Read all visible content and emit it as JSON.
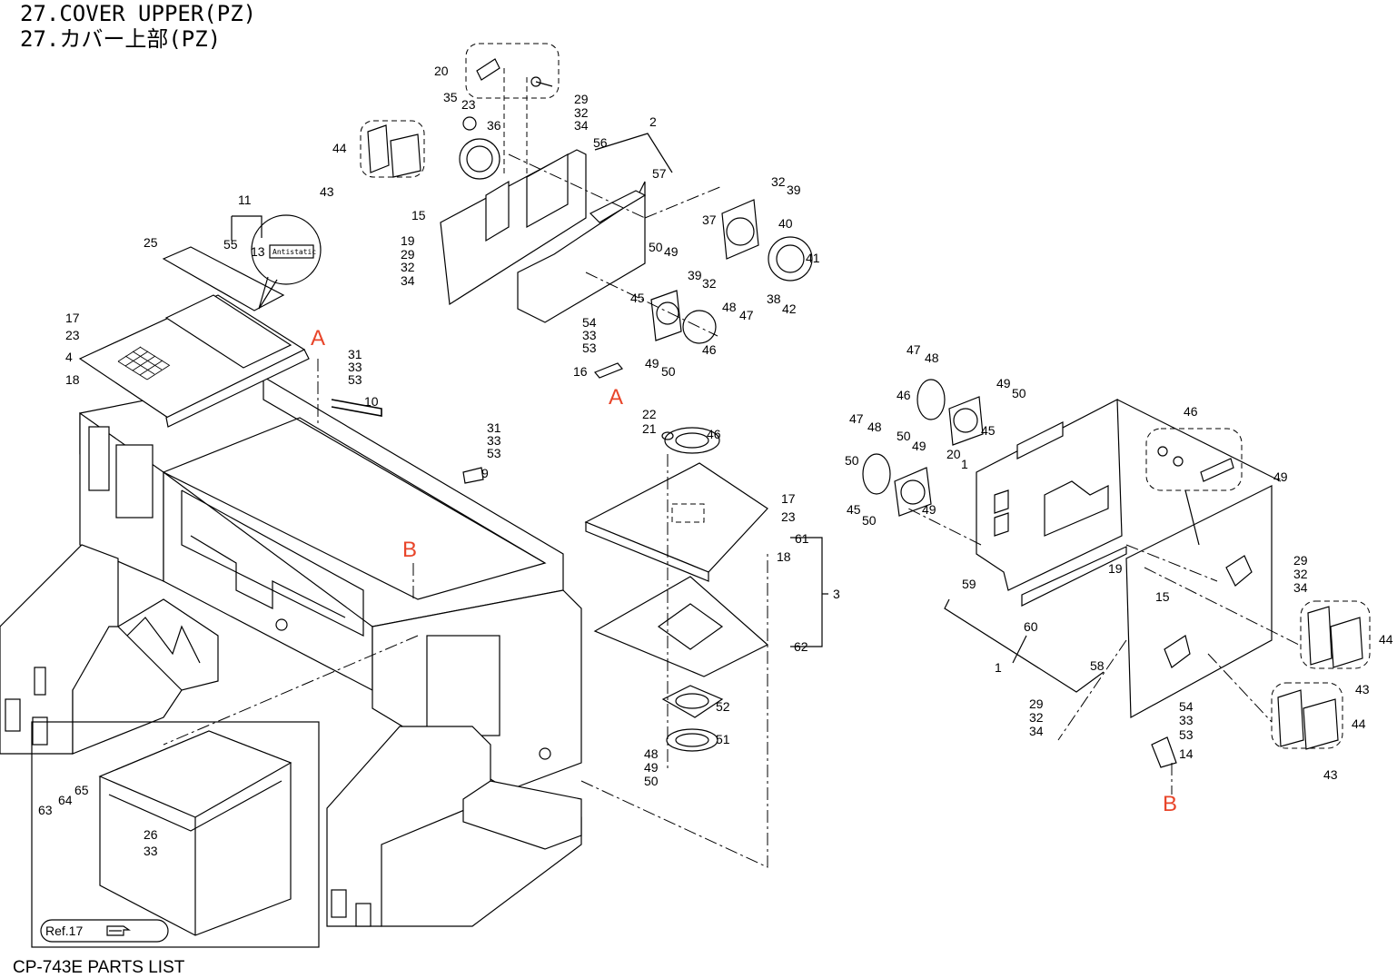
{
  "title_en": "27.COVER UPPER(PZ)",
  "title_jp": "27.カバー上部(PZ)",
  "footer": "CP-743E PARTS LIST",
  "antistatic_label": "Antistatic",
  "ref_label": "Ref.17",
  "hand_icon": "pointing-hand-icon",
  "ref_markers": [
    "A",
    "A",
    "B",
    "B"
  ],
  "callouts": [
    "20",
    "35",
    "23",
    "36",
    "29",
    "32",
    "34",
    "2",
    "56",
    "44",
    "57",
    "43",
    "11",
    "15",
    "32",
    "39",
    "37",
    "40",
    "25",
    "55",
    "13",
    "19",
    "29",
    "32",
    "34",
    "50",
    "49",
    "41",
    "39",
    "32",
    "38",
    "42",
    "45",
    "48",
    "47",
    "17",
    "54",
    "33",
    "53",
    "23",
    "4",
    "18",
    "31",
    "33",
    "53",
    "10",
    "16",
    "49",
    "50",
    "46",
    "22",
    "21",
    "46",
    "31",
    "33",
    "53",
    "9",
    "17",
    "23",
    "61",
    "18",
    "3",
    "62",
    "52",
    "51",
    "48",
    "49",
    "50",
    "47",
    "48",
    "46",
    "49",
    "50",
    "45",
    "47",
    "48",
    "50",
    "49",
    "20",
    "1",
    "46",
    "49",
    "50",
    "45",
    "50",
    "49",
    "59",
    "19",
    "15",
    "29",
    "32",
    "34",
    "44",
    "60",
    "1",
    "58",
    "43",
    "29",
    "32",
    "34",
    "54",
    "33",
    "53",
    "14",
    "44",
    "43",
    "63",
    "64",
    "65",
    "26",
    "33"
  ]
}
